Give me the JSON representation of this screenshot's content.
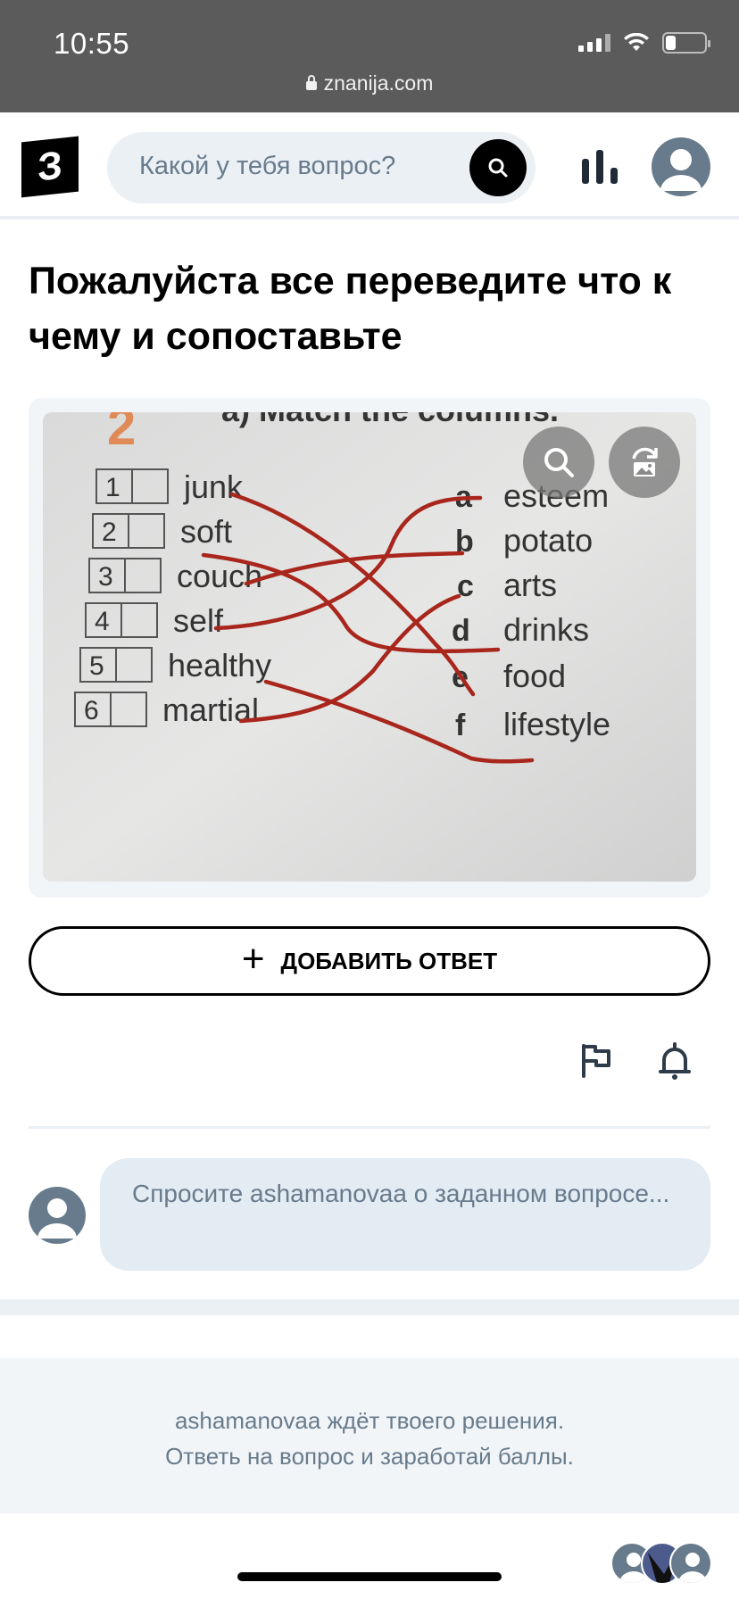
{
  "status_bar": {
    "time": "10:55",
    "url": "znanija.com",
    "battery_level": 0.25
  },
  "header": {
    "logo_text": "З",
    "search_placeholder": "Какой у тебя вопрос?",
    "icons": [
      "search-icon",
      "stats-icon",
      "avatar-icon"
    ]
  },
  "question": {
    "title": "Пожалуйста все переведите что к чему и сопоставьте"
  },
  "image": {
    "heading": "a) Match the columns.",
    "left_items": [
      {
        "num": "1",
        "word": "junk"
      },
      {
        "num": "2",
        "word": "soft"
      },
      {
        "num": "3",
        "word": "couch"
      },
      {
        "num": "4",
        "word": "self"
      },
      {
        "num": "5",
        "word": "healthy"
      },
      {
        "num": "6",
        "word": "martial"
      }
    ],
    "right_items": [
      {
        "letter": "a",
        "word": "esteem"
      },
      {
        "letter": "b",
        "word": "potato"
      },
      {
        "letter": "c",
        "word": "arts"
      },
      {
        "letter": "d",
        "word": "drinks"
      },
      {
        "letter": "e",
        "word": "food"
      },
      {
        "letter": "f",
        "word": "lifestyle"
      }
    ],
    "line_color": "#a8261c"
  },
  "actions": {
    "add_answer_label": "ДОБАВИТЬ ОТВЕТ"
  },
  "comment": {
    "placeholder": "Спросите ashamanovaa о заданном вопросе..."
  },
  "footer": {
    "line1": "ashamanovaa ждёт твоего решения.",
    "line2": "Ответь на вопрос и заработай баллы."
  },
  "colors": {
    "status_bar": "#5b5b5b",
    "search_bg": "#ebf0f5",
    "muted_text": "#687b8c",
    "comment_bg": "#e3ebf3"
  }
}
